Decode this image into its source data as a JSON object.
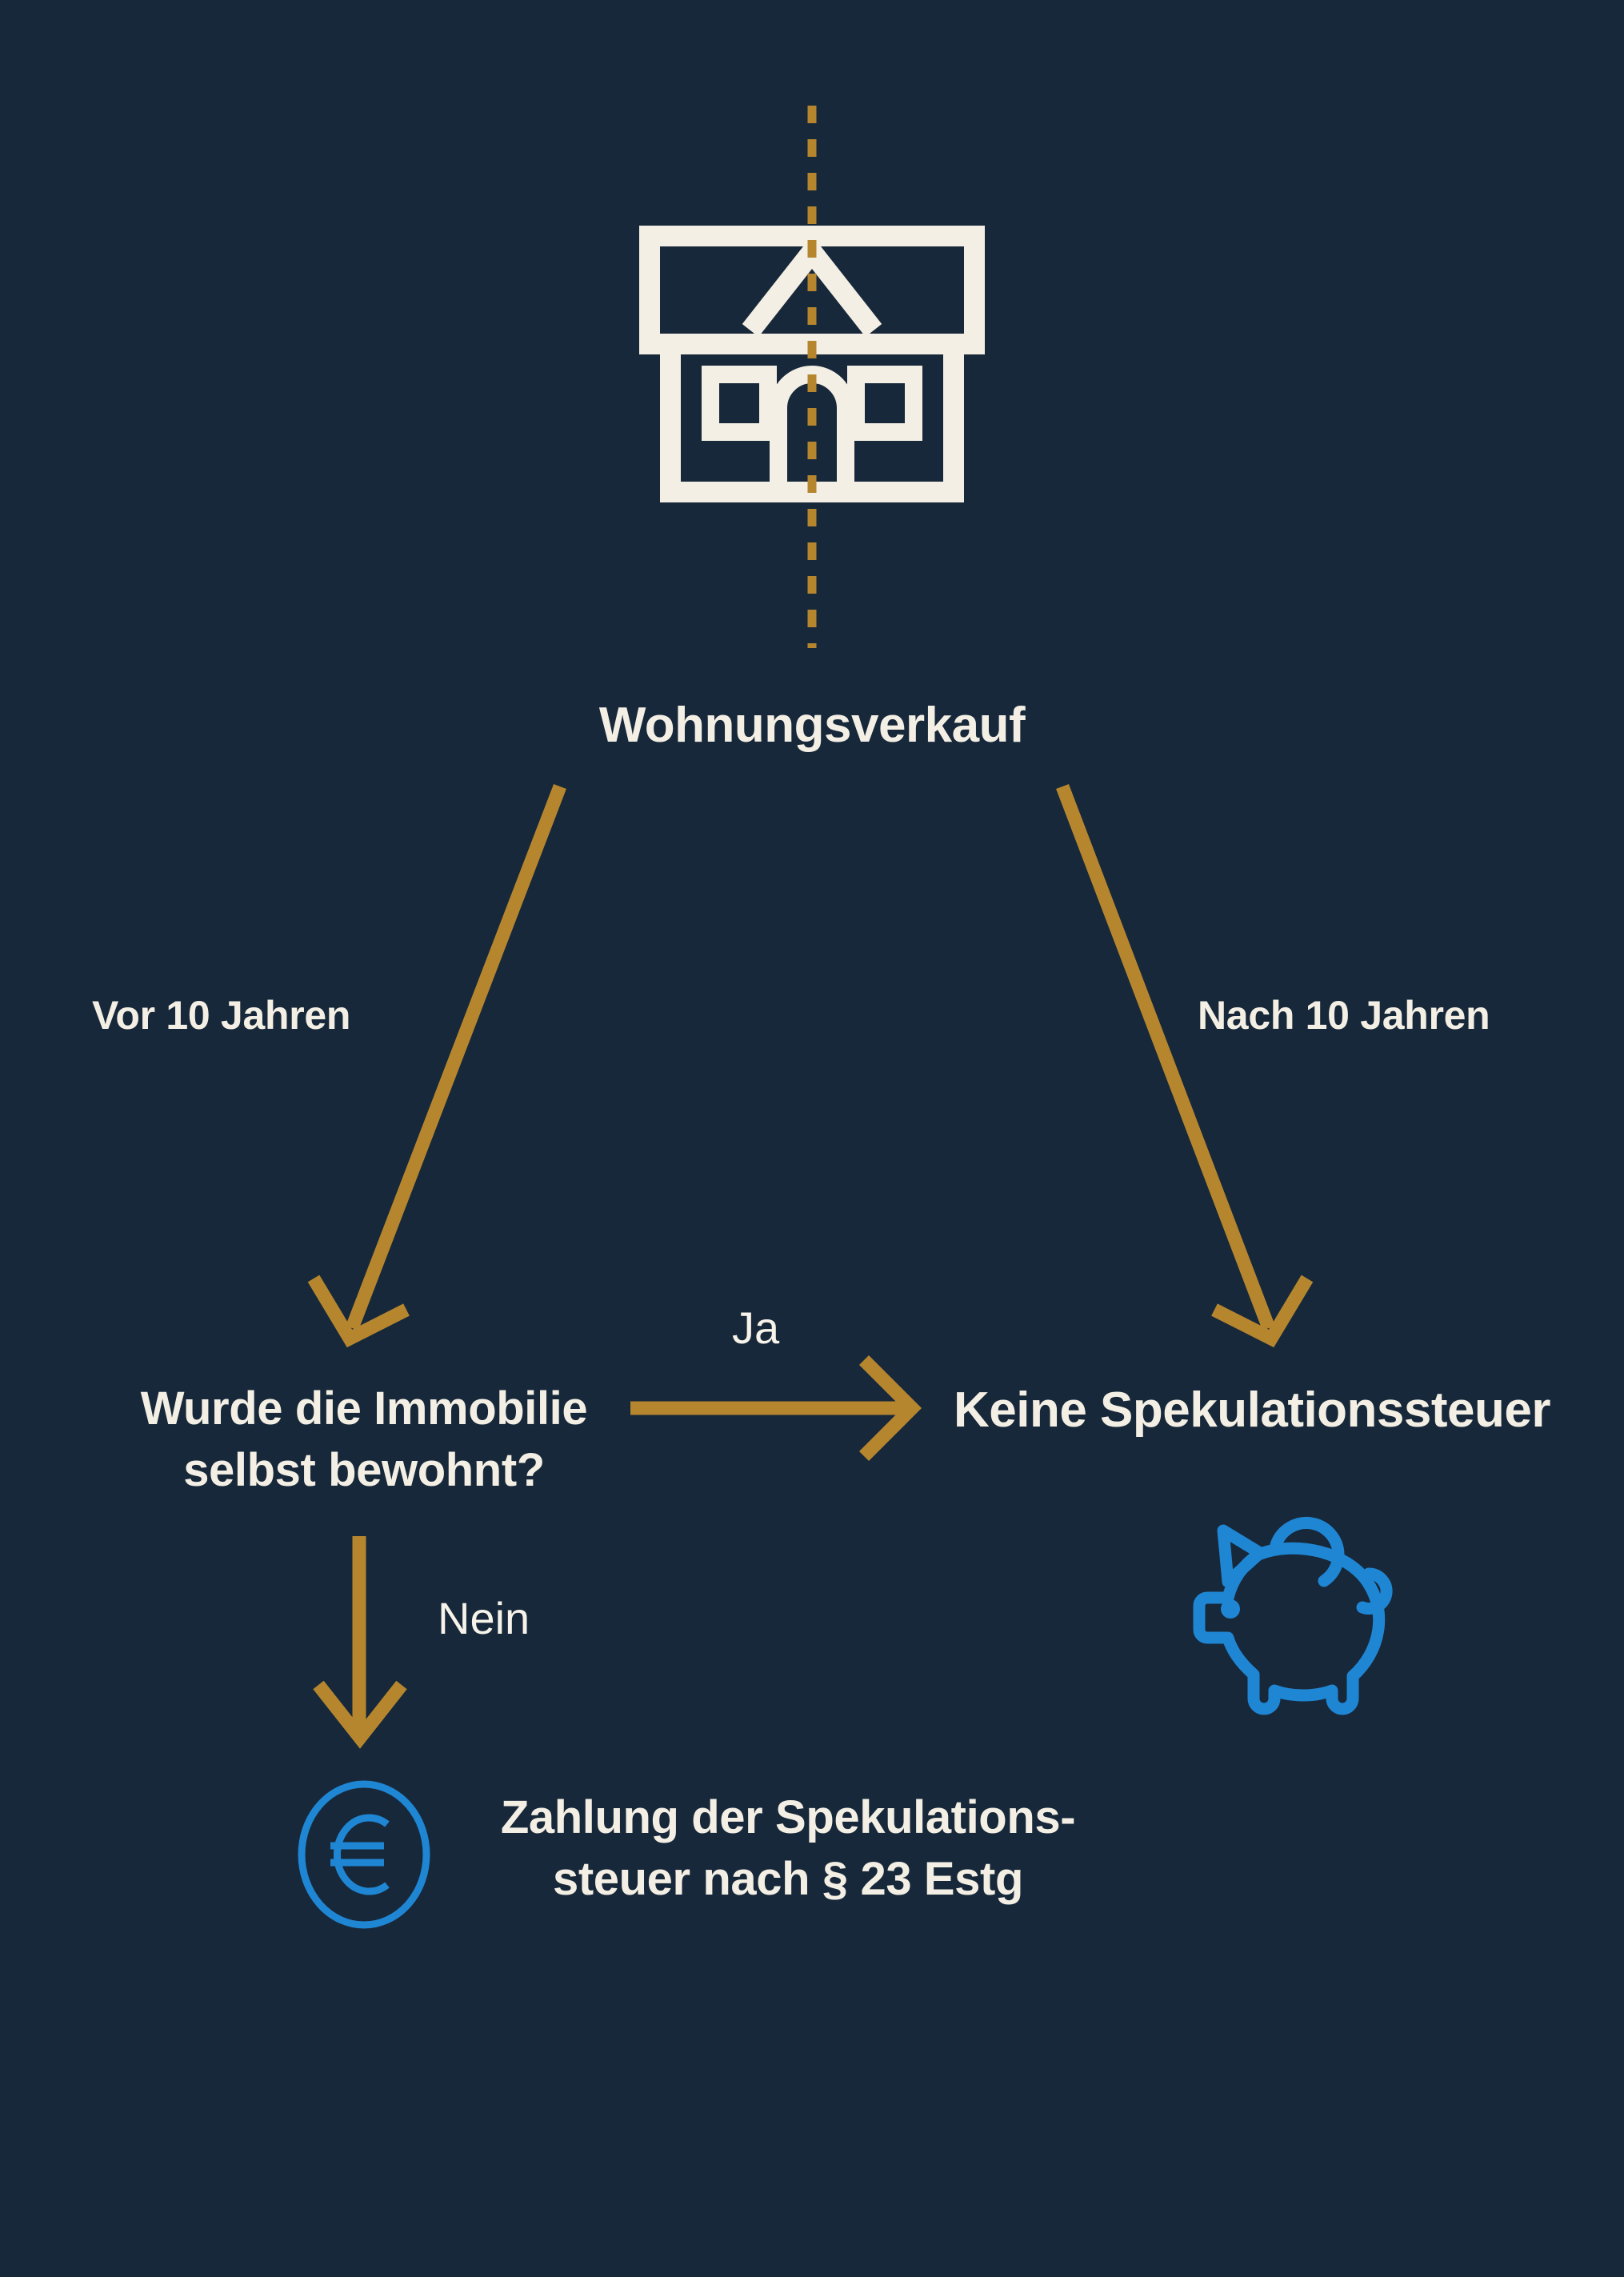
{
  "diagram": {
    "title": "Wohnungsverkauf",
    "type": "decision-flowchart",
    "language": "de",
    "colors": {
      "background": "#17283a",
      "text": "#f4efe4",
      "arrow_gold": "#b5862e",
      "icon_blue": "#1f86d4",
      "icon_cream": "#f4efe4"
    },
    "root": {
      "label": "Wohnungsverkauf",
      "icon": "house-split-icon"
    },
    "branches": [
      {
        "label": "Vor 10 Jahren",
        "side": "left"
      },
      {
        "label": "Nach 10 Jahren",
        "side": "right"
      }
    ],
    "nodes": {
      "decision": {
        "line1": "Wurde die Immobilie",
        "line2": "selbst bewohnt?"
      },
      "no_tax": {
        "label": "Keine Spekulationssteuer",
        "icon": "piggy-bank-icon"
      },
      "pay_tax": {
        "line1": "Zahlung der Spekulations-",
        "line2": "steuer nach § 23 Estg",
        "icon": "euro-coin-icon"
      }
    },
    "edges": [
      {
        "label": "Ja",
        "from": "decision",
        "to": "no_tax",
        "direction": "right"
      },
      {
        "label": "Nein",
        "from": "decision",
        "to": "pay_tax",
        "direction": "down"
      }
    ],
    "icons": {
      "house": "house-split-icon",
      "divider": "dashed-vertical-line",
      "piggy": "piggy-bank-icon",
      "euro": "euro-coin-icon"
    }
  }
}
